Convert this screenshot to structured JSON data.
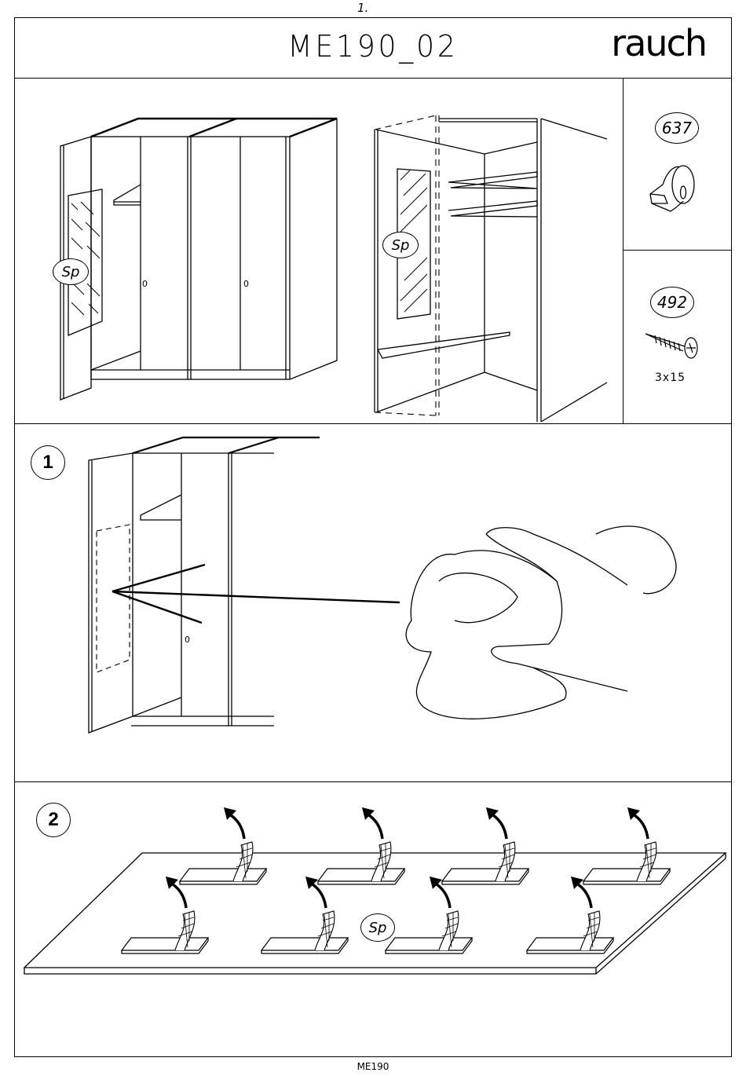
{
  "document": {
    "page_number": "1.",
    "title": "ME190_02",
    "brand": "rauch",
    "footer": "ME190"
  },
  "overview": {
    "mirror_label": "Sp",
    "handle_marks": [
      "0",
      "0"
    ]
  },
  "parts": [
    {
      "id": "637",
      "name": "shelf-support",
      "qty_label": ""
    },
    {
      "id": "492",
      "name": "screw",
      "qty_label": "3x15"
    }
  ],
  "steps": [
    {
      "number": "1",
      "action": "clean-mirror-area-with-cloth",
      "handle_mark": "0"
    },
    {
      "number": "2",
      "action": "peel-adhesive-pads",
      "mirror_label": "Sp",
      "pad_count": 8
    }
  ]
}
